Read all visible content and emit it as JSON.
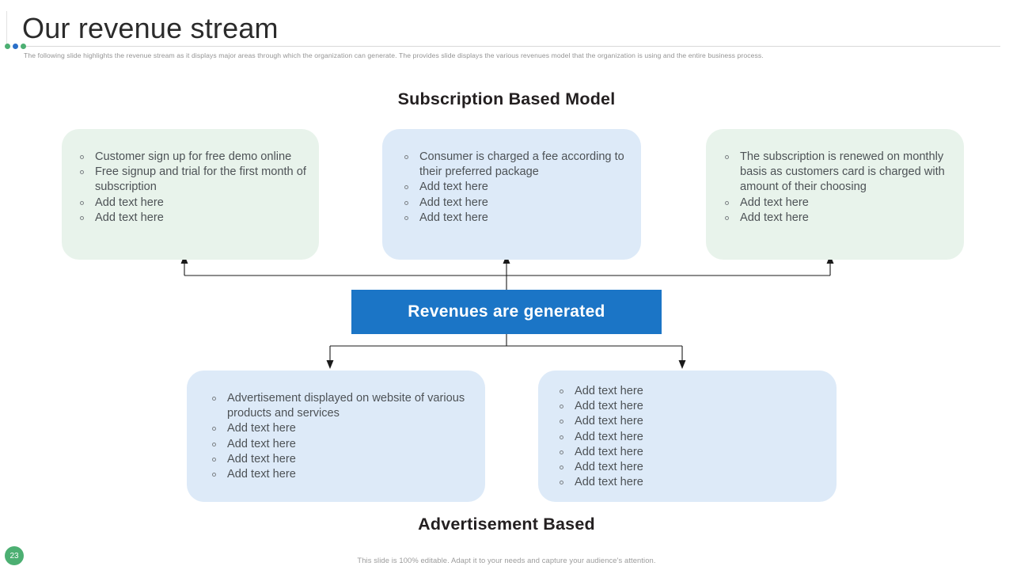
{
  "header": {
    "title": "Our revenue stream",
    "subtitle": "The following slide highlights the revenue stream as it displays major areas through which the organization can generate. The provides slide displays the various revenues model that the organization is using and the entire business process.",
    "dots": [
      {
        "name": "dot-green-1",
        "color": "#4caf72"
      },
      {
        "name": "dot-blue",
        "color": "#2a6fc9"
      },
      {
        "name": "dot-green-2",
        "color": "#4caf72"
      }
    ]
  },
  "sections": {
    "top_heading": "Subscription Based Model",
    "bottom_heading": "Advertisement Based"
  },
  "banner": {
    "label": "Revenues are generated",
    "color": "#1b75c6"
  },
  "cards": {
    "top_left": {
      "color": "#e8f3eb",
      "items": [
        "Customer sign up for free demo online",
        "Free signup and trial for the first month of subscription",
        "Add text here",
        "Add text here"
      ]
    },
    "top_center": {
      "color": "#ddeaf8",
      "items": [
        "Consumer is charged a fee according to their preferred package",
        "Add text here",
        "Add text here",
        "Add text here"
      ]
    },
    "top_right": {
      "color": "#e8f3eb",
      "items": [
        "The subscription is renewed on monthly basis as customers card is charged with amount of their choosing",
        "Add text here",
        "Add text here"
      ]
    },
    "bottom_left": {
      "color": "#ddeaf8",
      "items": [
        "Advertisement displayed on website of various products and services",
        "Add text here",
        "Add text here",
        "Add text here",
        "Add text here"
      ]
    },
    "bottom_right": {
      "color": "#ddeaf8",
      "items": [
        "Add text here",
        "Add text here",
        "Add text here",
        "Add text here",
        "Add text here",
        "Add text here",
        "Add text here"
      ]
    }
  },
  "footer": {
    "page_number": "23",
    "note": "This slide is 100% editable. Adapt it to your needs and capture your audience's attention.",
    "badge_color": "#4caf72"
  }
}
